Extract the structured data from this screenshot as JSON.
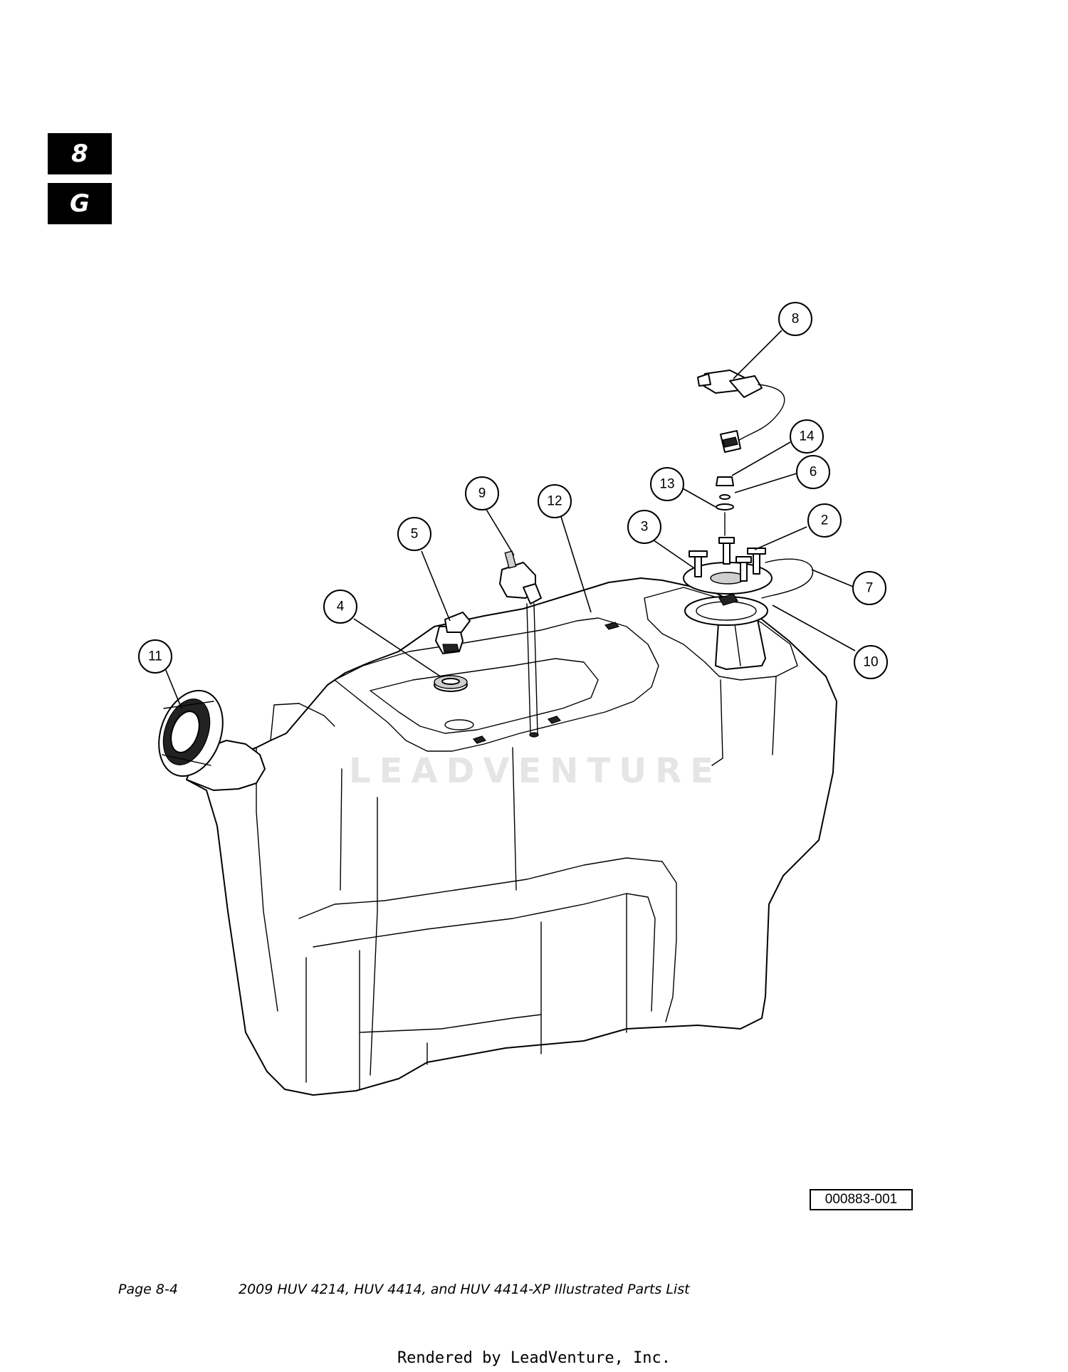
{
  "tabs": {
    "chapter": "8",
    "section": "G"
  },
  "callouts": [
    "8",
    "14",
    "6",
    "13",
    "9",
    "12",
    "3",
    "2",
    "5",
    "7",
    "4",
    "10",
    "11"
  ],
  "watermark": "LEADVENTURE",
  "figure_id": "000883-001",
  "footer": {
    "page": "Page 8-4",
    "title": "2009 HUV 4214, HUV 4414, and HUV 4414-XP Illustrated Parts List"
  },
  "render_credit": "Rendered by LeadVenture, Inc."
}
